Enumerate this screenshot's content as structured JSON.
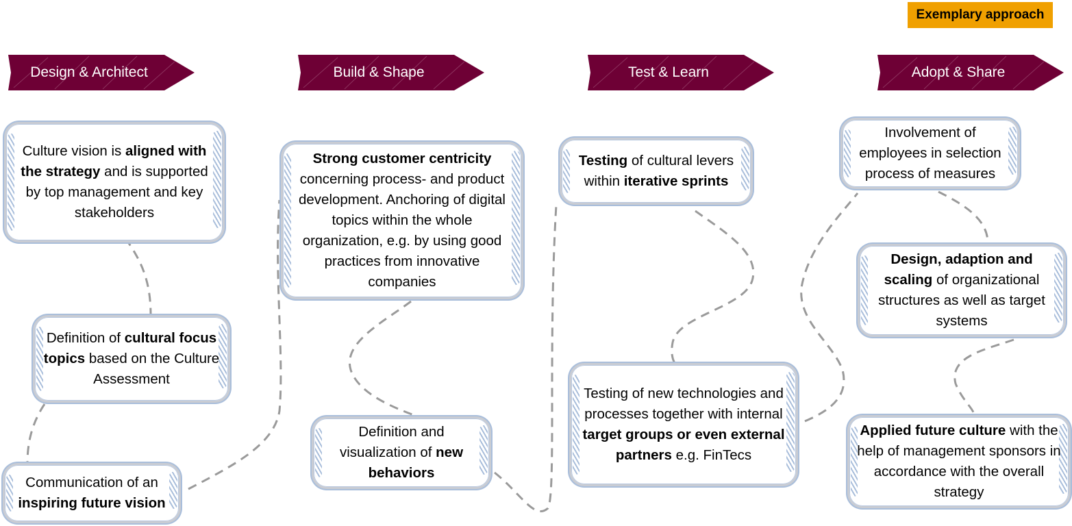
{
  "badge": {
    "label": "Exemplary approach",
    "color": "#f0a000"
  },
  "phase_color": "#6e0035",
  "phases": [
    {
      "label": "Design & Architect"
    },
    {
      "label": "Build & Shape"
    },
    {
      "label": "Test & Learn"
    },
    {
      "label": "Adopt & Share"
    }
  ],
  "cards": {
    "design_1": {
      "pre": "Culture vision is ",
      "bold": "aligned with the strategy",
      "post": " and is supported by top management and key stakeholders"
    },
    "design_2": {
      "pre": "Definition of ",
      "bold": "cultural focus topics",
      "post": " based on the Culture Assessment"
    },
    "design_3": {
      "pre": "Communication of an ",
      "bold": "inspiring future vision",
      "post": ""
    },
    "build_1": {
      "pre": "",
      "bold": "Strong customer centricity",
      "post": " concerning process- and product development. Anchoring of digital topics within the whole organization, e.g. by using good practices from innovative companies"
    },
    "build_2": {
      "pre": "Definition and visualization of ",
      "bold": "new behaviors",
      "post": ""
    },
    "test_1": {
      "pre": "",
      "bold": "Testing",
      "post": " of cultural levers within ",
      "bold2": "iterative sprints"
    },
    "test_2": {
      "pre": "Testing of new technologies and processes together with internal ",
      "bold": "target groups or even external partners",
      "post": " e.g. FinTecs"
    },
    "adopt_1": {
      "pre": "Involvement of employees in selection process of measures",
      "bold": "",
      "post": ""
    },
    "adopt_2": {
      "pre": "",
      "bold": "Design, adaption and scaling",
      "post": " of organizational structures as well as target systems"
    },
    "adopt_3": {
      "pre": "",
      "bold": "Applied future culture",
      "post": " with the help of management sponsors in accordance with the overall strategy"
    }
  }
}
